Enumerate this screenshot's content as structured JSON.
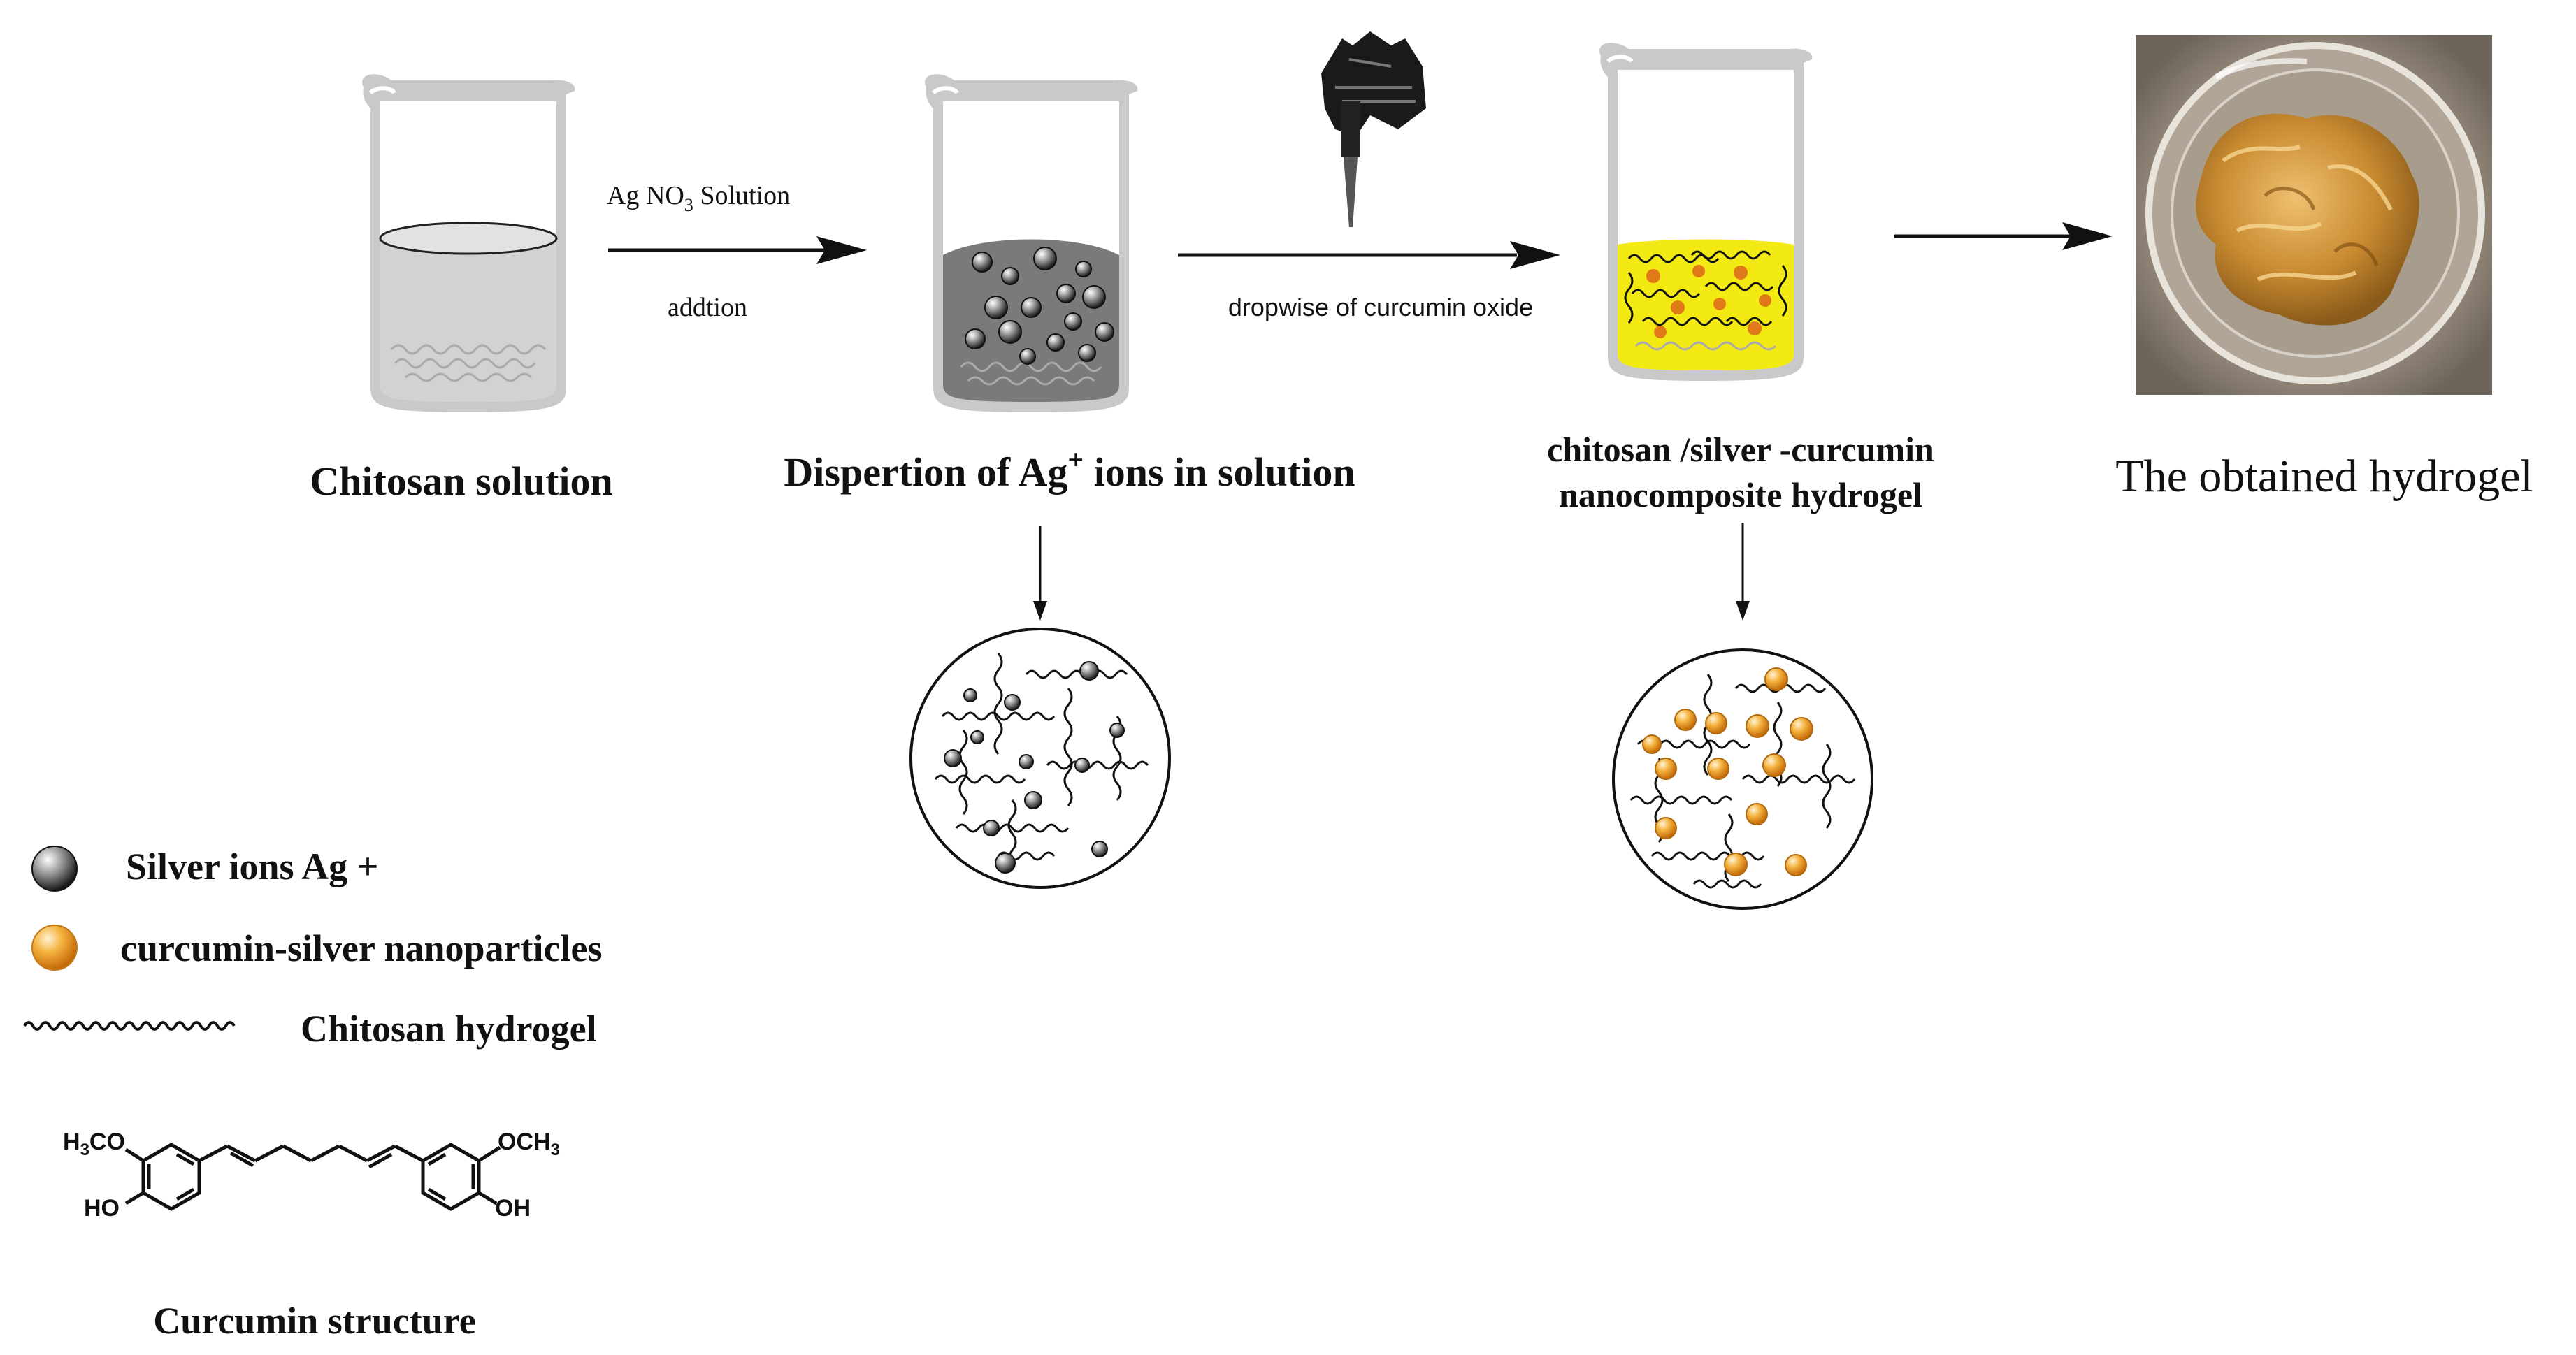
{
  "step1": {
    "label": "Chitosan solution"
  },
  "arrow1": {
    "top_main": "Ag NO",
    "top_sub": "3",
    "top_rest": " Solution",
    "bottom": "addtion"
  },
  "step2": {
    "label_pre": "Dispertion of Ag",
    "label_sup": "+",
    "label_post": " ions in solution"
  },
  "arrow2": {
    "bottom": "dropwise of curcumin oxide"
  },
  "step3": {
    "label_line1": "chitosan /silver  -curcumin",
    "label_line2": "nanocomposite hydrogel"
  },
  "step4": {
    "label": "The obtained hydrogel"
  },
  "legend": {
    "silver_ions": "Silver ions Ag +",
    "nanoparticles": "curcumin-silver nanoparticles",
    "hydrogel": "Chitosan hydrogel"
  },
  "structure": {
    "caption": "Curcumin structure",
    "h3co_main": "H",
    "h3co_sub": "3",
    "h3co_rest": "CO",
    "och3_main": "OCH",
    "och3_sub": "3",
    "ho_left": "HO",
    "oh_right": "OH"
  },
  "colors": {
    "beaker_gray": "#c8c8c8",
    "solution_dark": "#7a7a7a",
    "yellow_solution": "#f2ea12",
    "nanoparticle_orange": "#f0a030",
    "hydrogel_photo": "#8a6a3a"
  }
}
